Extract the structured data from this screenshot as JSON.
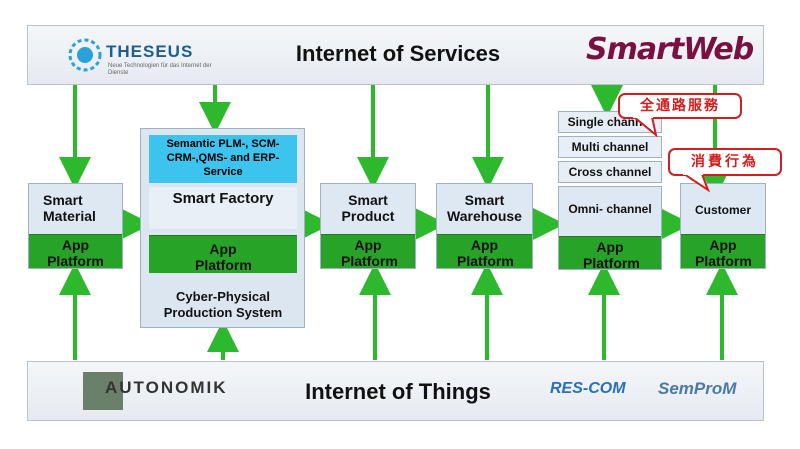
{
  "top_bar": {
    "title": "Internet of Services",
    "logo_left_text": "THESEUS",
    "logo_left_subtext": "Neue Technologien für das Internet der Dienste",
    "logo_right_text": "SmartWeb"
  },
  "bottom_bar": {
    "title": "Internet of Things",
    "logo_left_text": "AUTONOMIK",
    "logo_mid_text": "RES-COM",
    "logo_right_text": "SemProM"
  },
  "nodes": {
    "smart_material": "Smart Material",
    "smart_factory_header": "Semantic PLM-, SCM-CRM-,QMS- and ERP-Service",
    "smart_factory": "Smart Factory",
    "smart_factory_footer": "Cyber-Physical Production System",
    "smart_product": "Smart Product",
    "smart_warehouse": "Smart Warehouse",
    "customer": "Customer"
  },
  "channels": [
    "Single channel",
    "Multi channel",
    "Cross channel",
    "Omni- channel"
  ],
  "app_platform": "App Platform",
  "callouts": {
    "omni": "全通路服務",
    "customer": "消費行為"
  },
  "colors": {
    "arrow_green": "#2db82d",
    "app_green": "#27a327",
    "node_blue": "#dde8f3",
    "header_cyan": "#3cc4ee",
    "callout_red": "#d21e1e"
  }
}
